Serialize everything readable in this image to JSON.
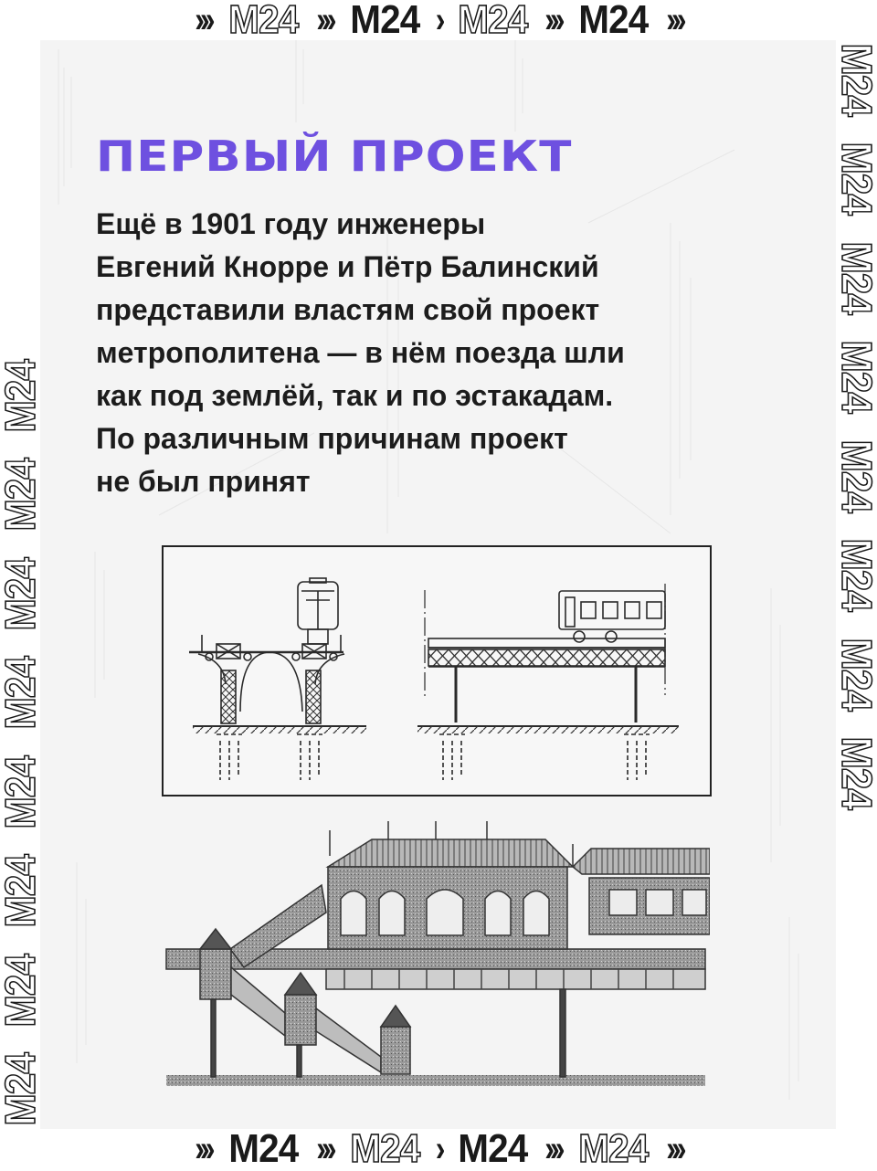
{
  "frame": {
    "top_strip": [
      {
        "type": "chevrons",
        "text": "›››"
      },
      {
        "type": "logo",
        "style": "outline",
        "text": "M24"
      },
      {
        "type": "chevrons",
        "text": "›››"
      },
      {
        "type": "logo",
        "style": "solid",
        "text": "M24"
      },
      {
        "type": "chevrons",
        "text": "›"
      },
      {
        "type": "logo",
        "style": "outline",
        "text": "M24"
      },
      {
        "type": "chevrons",
        "text": "›››"
      },
      {
        "type": "logo",
        "style": "solid",
        "text": "M24"
      },
      {
        "type": "chevrons",
        "text": "›››"
      }
    ],
    "bottom_strip": [
      {
        "type": "chevrons",
        "text": "›››"
      },
      {
        "type": "logo",
        "style": "solid",
        "text": "M24"
      },
      {
        "type": "chevrons",
        "text": "›››"
      },
      {
        "type": "logo",
        "style": "outline",
        "text": "M24"
      },
      {
        "type": "chevrons",
        "text": "›"
      },
      {
        "type": "logo",
        "style": "solid",
        "text": "M24"
      },
      {
        "type": "chevrons",
        "text": "›››"
      },
      {
        "type": "logo",
        "style": "outline",
        "text": "M24"
      },
      {
        "type": "chevrons",
        "text": "›››"
      }
    ],
    "side_logo": "M24",
    "side_repeat_count": 8
  },
  "content": {
    "heading": "ПЕРВЫЙ ПРОЕКТ",
    "body_lines": [
      "Ещё в 1901 году инженеры",
      "Евгений Кнорре и Пётр Балинский",
      "представили властям свой проект",
      "метрополитена — в нём поезда шли",
      "как под землёй, так и по эстакадам.",
      "По различным причинам проект",
      "не был принят"
    ]
  },
  "illustrations": {
    "top": "engineering-drawing-elevated-railway-cross-sections",
    "bottom": "station-building-with-staircase-engraving"
  },
  "colors": {
    "accent": "#6e50e0",
    "text": "#1c1c1c",
    "panel_bg": "#f4f4f4",
    "frame_bg": "#ffffff"
  }
}
